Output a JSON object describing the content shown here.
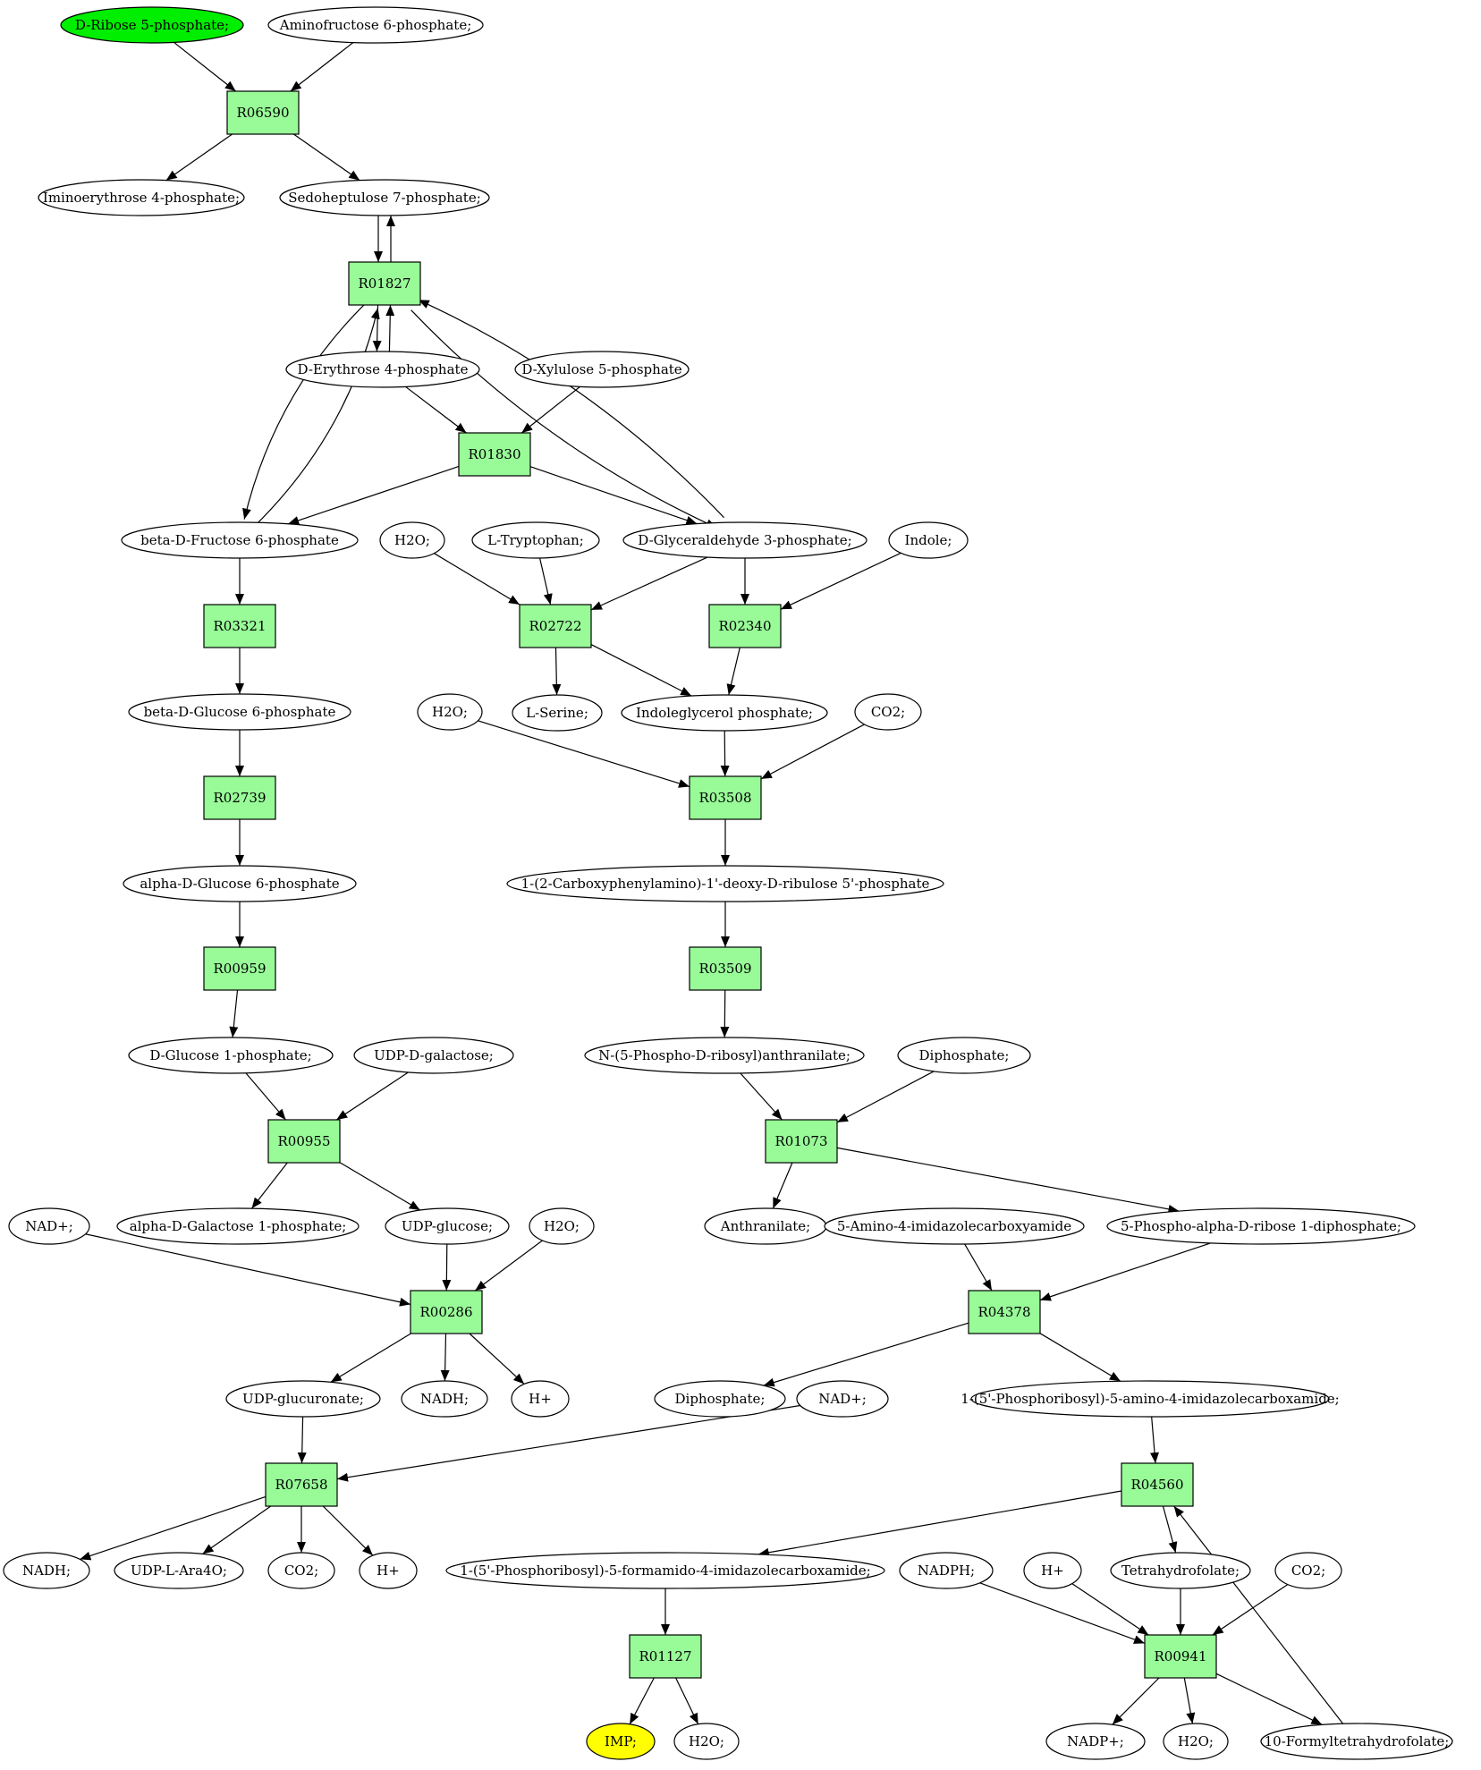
{
  "colors": {
    "reaction_fill": "#98fb98",
    "start_fill": "#00ee00",
    "end_fill": "#ffff00",
    "node_fill": "#ffffff",
    "stroke": "#000000"
  },
  "nodes": [
    {
      "id": "ribose5p",
      "label": "D-Ribose 5-phosphate;",
      "kind": "compound",
      "role": "start"
    },
    {
      "id": "aminofru6p",
      "label": "Aminofructose 6-phosphate;",
      "kind": "compound"
    },
    {
      "id": "R06590",
      "label": "R06590",
      "kind": "reaction"
    },
    {
      "id": "iminoery4p",
      "label": "Iminoerythrose 4-phosphate;",
      "kind": "compound"
    },
    {
      "id": "sedo7p",
      "label": "Sedoheptulose 7-phosphate;",
      "kind": "compound"
    },
    {
      "id": "R01827",
      "label": "R01827",
      "kind": "reaction"
    },
    {
      "id": "ery4p",
      "label": "D-Erythrose 4-phosphate",
      "kind": "compound"
    },
    {
      "id": "xyl5p",
      "label": "D-Xylulose 5-phosphate",
      "kind": "compound"
    },
    {
      "id": "R01830",
      "label": "R01830",
      "kind": "reaction"
    },
    {
      "id": "fru6p",
      "label": "beta-D-Fructose 6-phosphate",
      "kind": "compound"
    },
    {
      "id": "h2o_a",
      "label": "H2O;",
      "kind": "compound"
    },
    {
      "id": "trp",
      "label": "L-Tryptophan;",
      "kind": "compound"
    },
    {
      "id": "gap",
      "label": "D-Glyceraldehyde 3-phosphate;",
      "kind": "compound"
    },
    {
      "id": "indole",
      "label": "Indole;",
      "kind": "compound"
    },
    {
      "id": "R03321",
      "label": "R03321",
      "kind": "reaction"
    },
    {
      "id": "R02722",
      "label": "R02722",
      "kind": "reaction"
    },
    {
      "id": "R02340",
      "label": "R02340",
      "kind": "reaction"
    },
    {
      "id": "bglc6p",
      "label": "beta-D-Glucose 6-phosphate",
      "kind": "compound"
    },
    {
      "id": "h2o_b",
      "label": "H2O;",
      "kind": "compound"
    },
    {
      "id": "ser",
      "label": "L-Serine;",
      "kind": "compound"
    },
    {
      "id": "igp",
      "label": "Indoleglycerol phosphate;",
      "kind": "compound"
    },
    {
      "id": "co2_a",
      "label": "CO2;",
      "kind": "compound"
    },
    {
      "id": "R02739",
      "label": "R02739",
      "kind": "reaction"
    },
    {
      "id": "R03508",
      "label": "R03508",
      "kind": "reaction"
    },
    {
      "id": "aglc6p",
      "label": "alpha-D-Glucose 6-phosphate",
      "kind": "compound"
    },
    {
      "id": "cdrp",
      "label": "1-(2-Carboxyphenylamino)-1'-deoxy-D-ribulose 5'-phosphate",
      "kind": "compound"
    },
    {
      "id": "R00959",
      "label": "R00959",
      "kind": "reaction"
    },
    {
      "id": "R03509",
      "label": "R03509",
      "kind": "reaction"
    },
    {
      "id": "glc1p",
      "label": "D-Glucose 1-phosphate;",
      "kind": "compound"
    },
    {
      "id": "udpgal",
      "label": "UDP-D-galactose;",
      "kind": "compound"
    },
    {
      "id": "prant",
      "label": "N-(5-Phospho-D-ribosyl)anthranilate;",
      "kind": "compound"
    },
    {
      "id": "ppi_a",
      "label": "Diphosphate;",
      "kind": "compound"
    },
    {
      "id": "R00955",
      "label": "R00955",
      "kind": "reaction"
    },
    {
      "id": "R01073",
      "label": "R01073",
      "kind": "reaction"
    },
    {
      "id": "nad_a",
      "label": "NAD+;",
      "kind": "compound"
    },
    {
      "id": "agal1p",
      "label": "alpha-D-Galactose 1-phosphate;",
      "kind": "compound"
    },
    {
      "id": "udpglc",
      "label": "UDP-glucose;",
      "kind": "compound"
    },
    {
      "id": "h2o_c",
      "label": "H2O;",
      "kind": "compound"
    },
    {
      "id": "anth",
      "label": "Anthranilate;",
      "kind": "compound"
    },
    {
      "id": "aica",
      "label": "5-Amino-4-imidazolecarboxyamide",
      "kind": "compound"
    },
    {
      "id": "prpp",
      "label": "5-Phospho-alpha-D-ribose 1-diphosphate;",
      "kind": "compound"
    },
    {
      "id": "R00286",
      "label": "R00286",
      "kind": "reaction"
    },
    {
      "id": "R04378",
      "label": "R04378",
      "kind": "reaction"
    },
    {
      "id": "udpglcA",
      "label": "UDP-glucuronate;",
      "kind": "compound"
    },
    {
      "id": "nadh_a",
      "label": "NADH;",
      "kind": "compound"
    },
    {
      "id": "hplus_a",
      "label": "H+",
      "kind": "compound"
    },
    {
      "id": "ppi_b",
      "label": "Diphosphate;",
      "kind": "compound"
    },
    {
      "id": "nad_b",
      "label": "NAD+;",
      "kind": "compound"
    },
    {
      "id": "aicar",
      "label": "1-(5'-Phosphoribosyl)-5-amino-4-imidazolecarboxamide;",
      "kind": "compound"
    },
    {
      "id": "R07658",
      "label": "R07658",
      "kind": "reaction"
    },
    {
      "id": "R04560",
      "label": "R04560",
      "kind": "reaction"
    },
    {
      "id": "nadh_b",
      "label": "NADH;",
      "kind": "compound"
    },
    {
      "id": "udpara",
      "label": "UDP-L-Ara4O;",
      "kind": "compound"
    },
    {
      "id": "co2_b",
      "label": "CO2;",
      "kind": "compound"
    },
    {
      "id": "hplus_b",
      "label": "H+",
      "kind": "compound"
    },
    {
      "id": "faicar",
      "label": "1-(5'-Phosphoribosyl)-5-formamido-4-imidazolecarboxamide;",
      "kind": "compound"
    },
    {
      "id": "nadph",
      "label": "NADPH;",
      "kind": "compound"
    },
    {
      "id": "hplus_c",
      "label": "H+",
      "kind": "compound"
    },
    {
      "id": "thf",
      "label": "Tetrahydrofolate;",
      "kind": "compound"
    },
    {
      "id": "co2_c",
      "label": "CO2;",
      "kind": "compound"
    },
    {
      "id": "R01127",
      "label": "R01127",
      "kind": "reaction"
    },
    {
      "id": "R00941",
      "label": "R00941",
      "kind": "reaction"
    },
    {
      "id": "imp",
      "label": "IMP;",
      "kind": "compound",
      "role": "end"
    },
    {
      "id": "h2o_d",
      "label": "H2O;",
      "kind": "compound"
    },
    {
      "id": "nadp",
      "label": "NADP+;",
      "kind": "compound"
    },
    {
      "id": "h2o_e",
      "label": "H2O;",
      "kind": "compound"
    },
    {
      "id": "fthf",
      "label": "10-Formyltetrahydrofolate;",
      "kind": "compound"
    }
  ],
  "edges": [
    [
      "ribose5p",
      "R06590"
    ],
    [
      "aminofru6p",
      "R06590"
    ],
    [
      "R06590",
      "iminoery4p"
    ],
    [
      "R06590",
      "sedo7p"
    ],
    [
      "sedo7p",
      "R01827"
    ],
    [
      "R01827",
      "sedo7p"
    ],
    [
      "R01827",
      "ery4p"
    ],
    [
      "ery4p",
      "R01827"
    ],
    [
      "R01827",
      "fru6p"
    ],
    [
      "fru6p",
      "R01827"
    ],
    [
      "R01827",
      "gap"
    ],
    [
      "gap",
      "R01827"
    ],
    [
      "ery4p",
      "R01830"
    ],
    [
      "xyl5p",
      "R01830"
    ],
    [
      "R01830",
      "fru6p"
    ],
    [
      "R01830",
      "gap"
    ],
    [
      "fru6p",
      "R03321"
    ],
    [
      "R03321",
      "bglc6p"
    ],
    [
      "h2o_a",
      "R02722"
    ],
    [
      "trp",
      "R02722"
    ],
    [
      "gap",
      "R02722"
    ],
    [
      "R02722",
      "ser"
    ],
    [
      "R02722",
      "igp"
    ],
    [
      "gap",
      "R02340"
    ],
    [
      "indole",
      "R02340"
    ],
    [
      "R02340",
      "igp"
    ],
    [
      "bglc6p",
      "R02739"
    ],
    [
      "R02739",
      "aglc6p"
    ],
    [
      "h2o_b",
      "R03508"
    ],
    [
      "igp",
      "R03508"
    ],
    [
      "co2_a",
      "R03508"
    ],
    [
      "R03508",
      "cdrp"
    ],
    [
      "aglc6p",
      "R00959"
    ],
    [
      "R00959",
      "glc1p"
    ],
    [
      "cdrp",
      "R03509"
    ],
    [
      "R03509",
      "prant"
    ],
    [
      "glc1p",
      "R00955"
    ],
    [
      "udpgal",
      "R00955"
    ],
    [
      "R00955",
      "agal1p"
    ],
    [
      "R00955",
      "udpglc"
    ],
    [
      "prant",
      "R01073"
    ],
    [
      "ppi_a",
      "R01073"
    ],
    [
      "R01073",
      "anth"
    ],
    [
      "R01073",
      "prpp"
    ],
    [
      "nad_a",
      "R00286"
    ],
    [
      "udpglc",
      "R00286"
    ],
    [
      "h2o_c",
      "R00286"
    ],
    [
      "R00286",
      "udpglcA"
    ],
    [
      "R00286",
      "nadh_a"
    ],
    [
      "R00286",
      "hplus_a"
    ],
    [
      "aica",
      "R04378"
    ],
    [
      "prpp",
      "R04378"
    ],
    [
      "R04378",
      "ppi_b"
    ],
    [
      "R04378",
      "aicar"
    ],
    [
      "udpglcA",
      "R07658"
    ],
    [
      "nad_b",
      "R07658"
    ],
    [
      "R07658",
      "nadh_b"
    ],
    [
      "R07658",
      "udpara"
    ],
    [
      "R07658",
      "co2_b"
    ],
    [
      "R07658",
      "hplus_b"
    ],
    [
      "aicar",
      "R04560"
    ],
    [
      "fthf",
      "R04560"
    ],
    [
      "R04560",
      "faicar"
    ],
    [
      "R04560",
      "thf"
    ],
    [
      "faicar",
      "R01127"
    ],
    [
      "R01127",
      "imp"
    ],
    [
      "R01127",
      "h2o_d"
    ],
    [
      "nadph",
      "R00941"
    ],
    [
      "hplus_c",
      "R00941"
    ],
    [
      "thf",
      "R00941"
    ],
    [
      "co2_c",
      "R00941"
    ],
    [
      "R00941",
      "nadp"
    ],
    [
      "R00941",
      "h2o_e"
    ],
    [
      "R00941",
      "fthf"
    ]
  ]
}
